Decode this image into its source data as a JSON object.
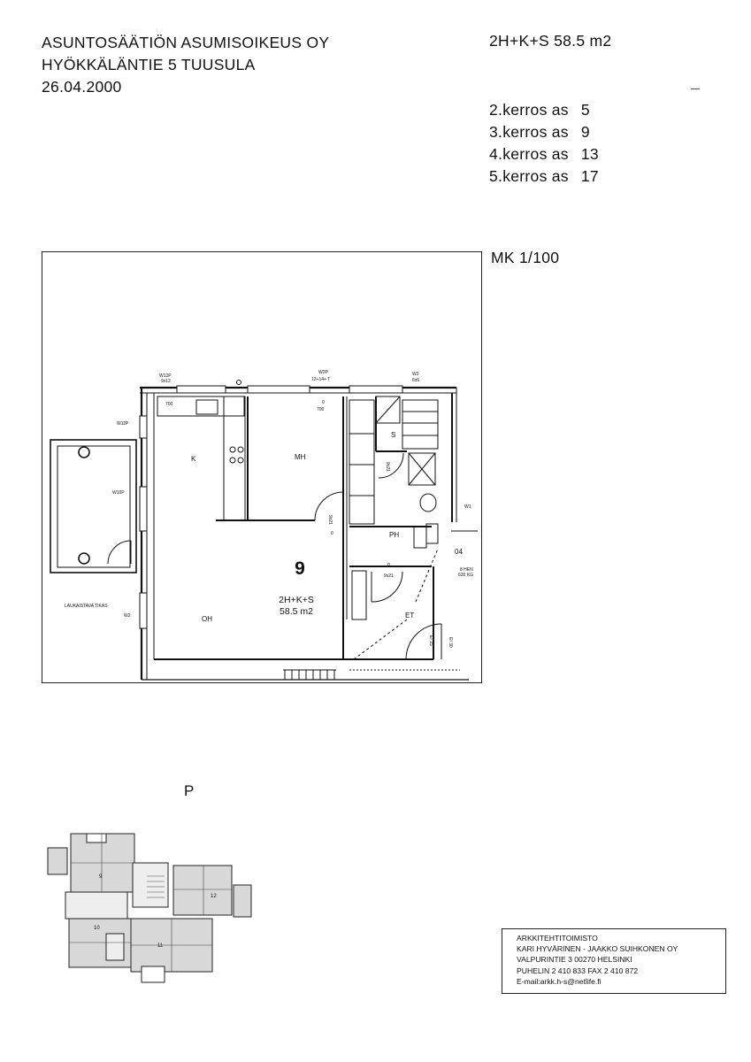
{
  "header": {
    "line1": "ASUNTOSÄÄTIÖN ASUMISOIKEUS OY",
    "line2": "HYÖKKÄLÄNTIE 5 TUUSULA",
    "line3": "26.04.2000"
  },
  "apartment_type": "2H+K+S  58.5 m2",
  "floors": [
    {
      "label": "2.kerros as",
      "number": "5"
    },
    {
      "label": "3.kerros as",
      "number": "9"
    },
    {
      "label": "4.kerros as",
      "number": "13"
    },
    {
      "label": "5.kerros as",
      "number": "17"
    }
  ],
  "scale": "MK 1/100",
  "plan": {
    "apartment_number": "9",
    "apartment_type": "2H+K+S",
    "apartment_area": "58.5 m2",
    "rooms": {
      "kitchen": "K",
      "bedroom": "MH",
      "living": "OH",
      "bathroom": "PH",
      "sauna": "S",
      "hall": "ET",
      "stair": "04"
    },
    "annotations": {
      "window_w12p": "W12P",
      "window_w12p_size": "9x12",
      "window_w2p": "W2P",
      "window_w2p_size": "12+14+ T",
      "window_w3": "W3",
      "window_w3_size": "6x6",
      "window_w11p": "W11P",
      "window_w10p": "W10P",
      "window_w2": "W2",
      "window_w1": "W1",
      "height_700": "700",
      "height_0": "0",
      "ladder": "LAUKAISTAVA TIKAS",
      "elevator_1": "8 HEN",
      "elevator_2": "630 KG",
      "door_9x21": "9x21",
      "door_ei15": "EI 15",
      "door_ei30": "EI 30"
    }
  },
  "orientation": "P",
  "keyplan_numbers": [
    "9",
    "10",
    "11",
    "12"
  ],
  "stamp": {
    "line1": "ARKKITEHTITOIMISTO",
    "line2": "KARI HYVÄRINEN - JAAKKO SUIHKONEN  OY",
    "line3": "VALPURINTIE 3 00270 HELSINKI",
    "line4": "PUHELIN 2 410 833   FAX 2 410 872",
    "line5": "E-mail:arkk.h-s@netlife.fi"
  }
}
